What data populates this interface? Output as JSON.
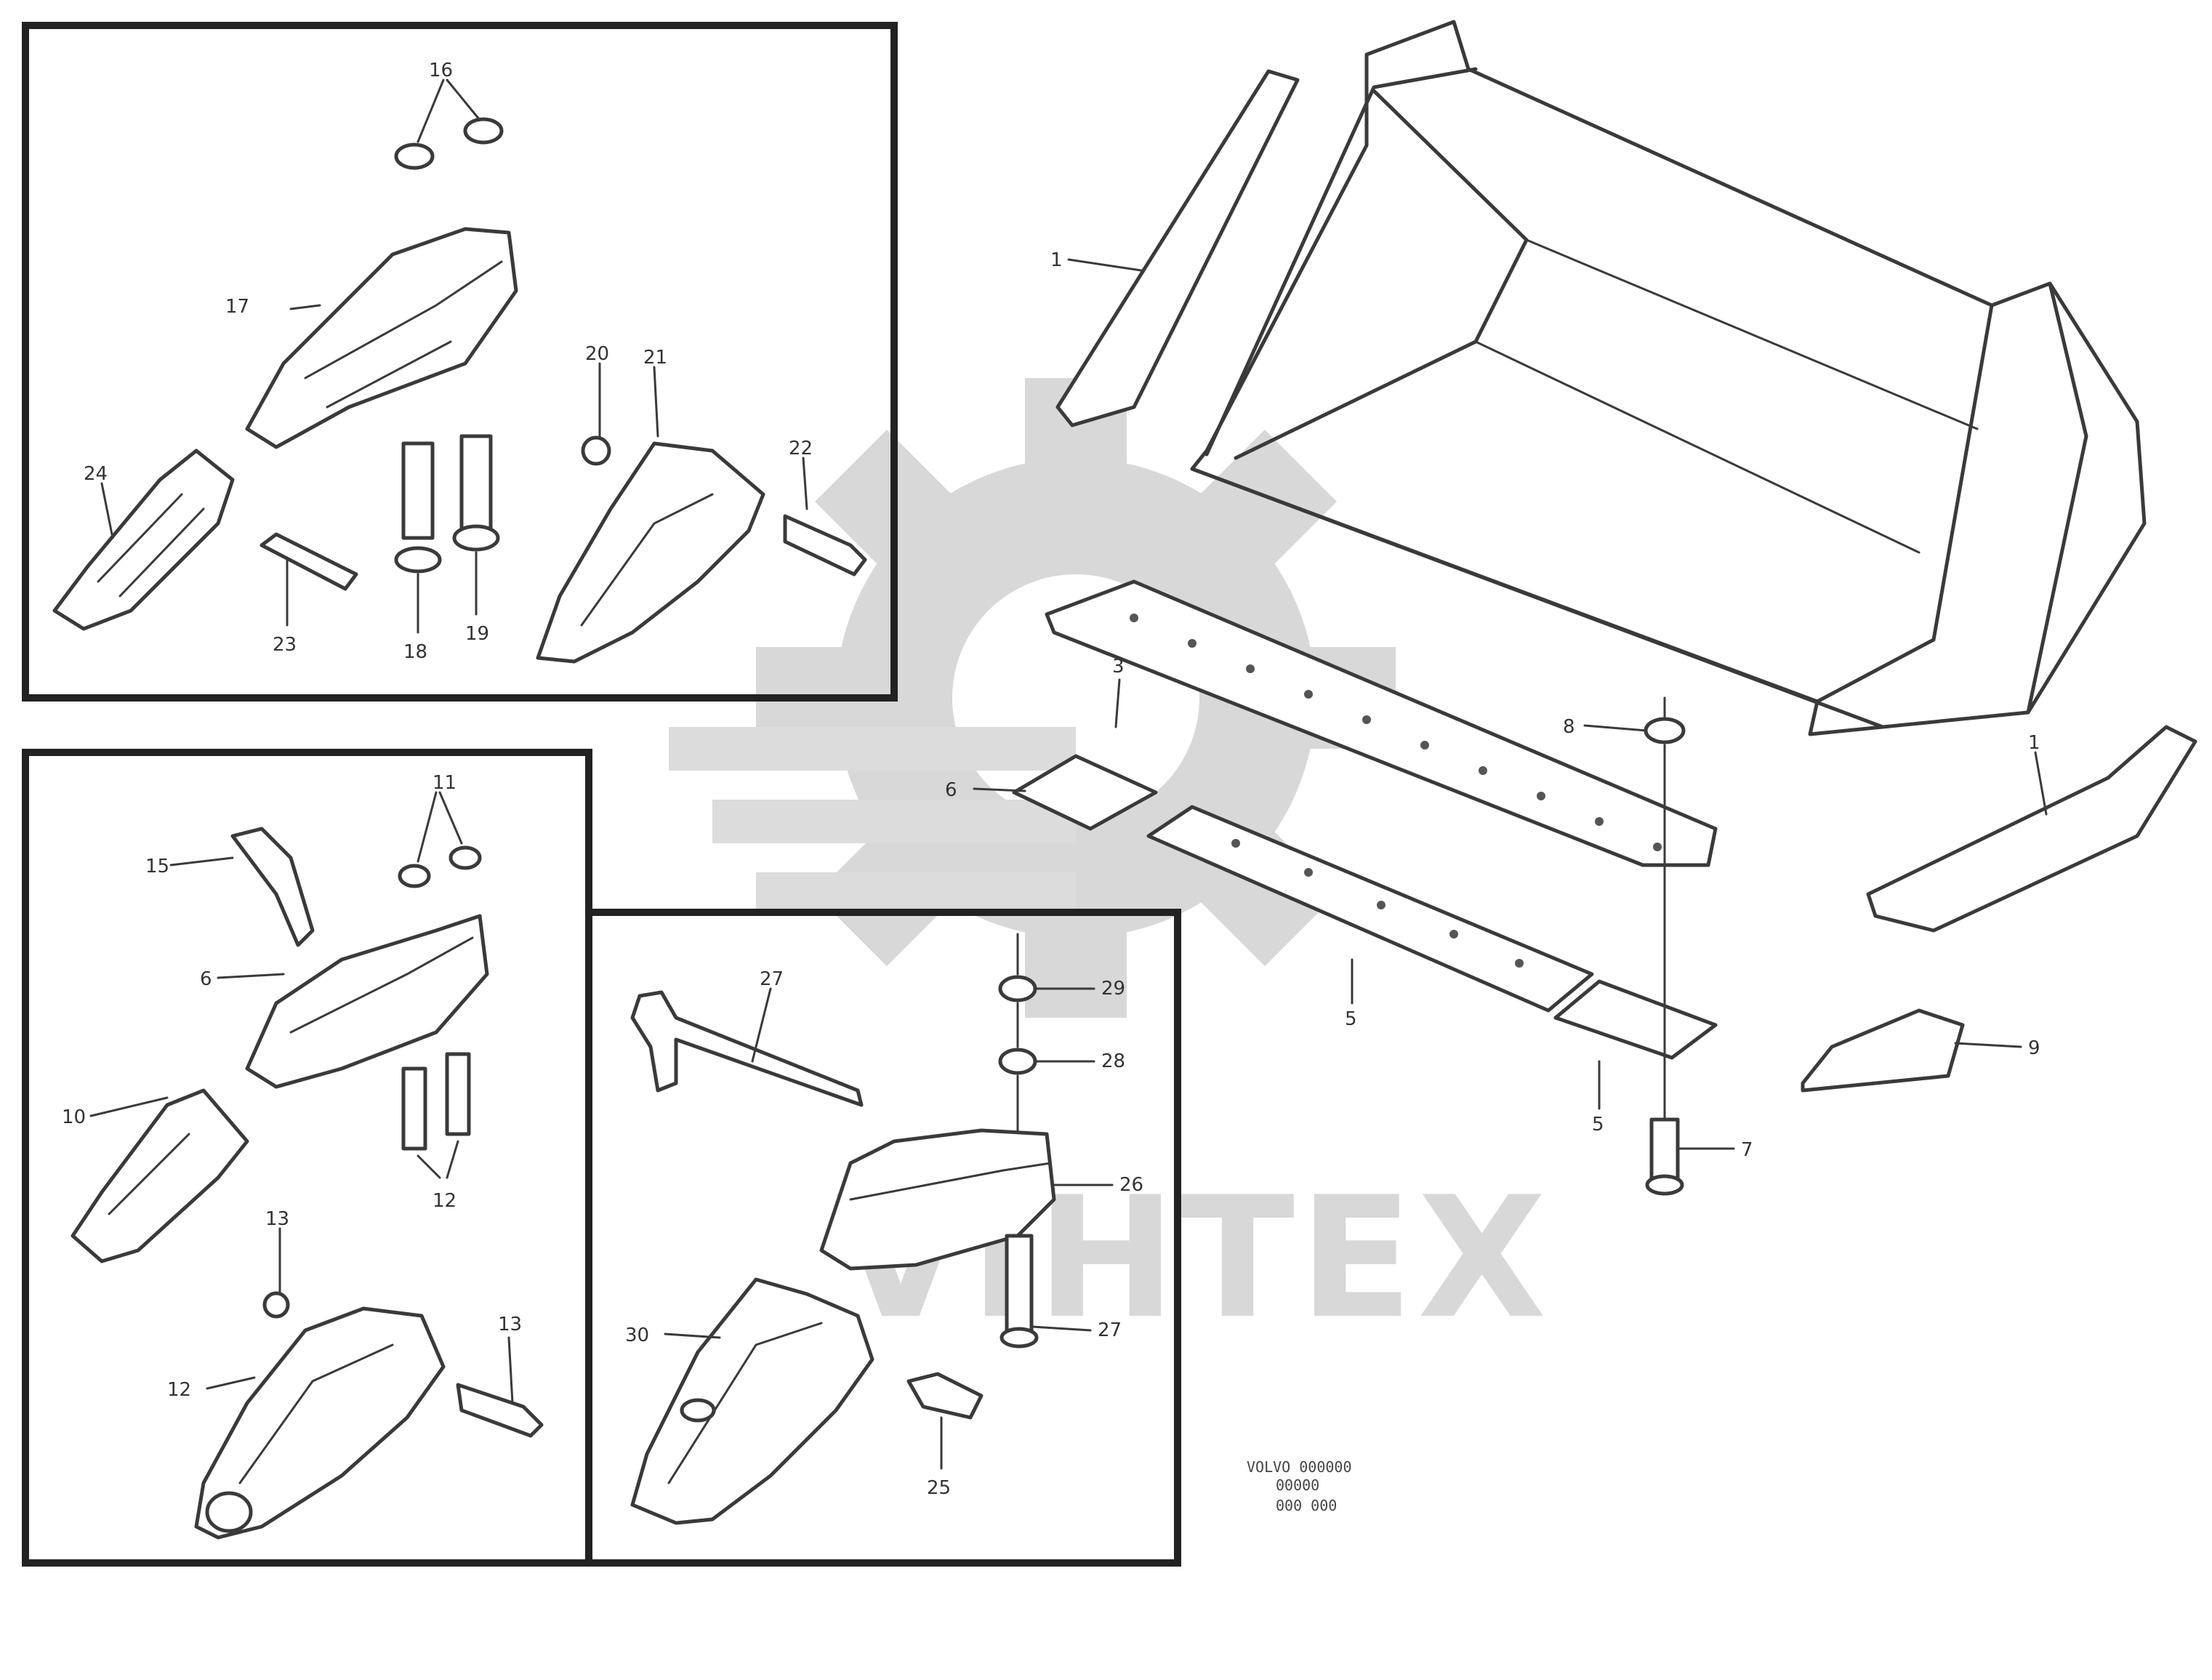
{
  "watermark": {
    "logo_icon": "gear-logo-icon",
    "text": "VIHTEX",
    "color": "#d8d8d8"
  },
  "line_color": "#3a3a3a",
  "frame_color": "#222222",
  "callouts": {
    "main": {
      "side_plate_left": "1",
      "side_plate_right": "1",
      "cutting_edge": "3",
      "segment_left": "5",
      "segment_right": "5",
      "edge_plate": "6",
      "screw": "7",
      "nut": "8",
      "tooth": "9"
    },
    "top_left_panel": {
      "retainers": "16",
      "adapter_upper": "17",
      "adapter_lower": "21",
      "washer": "20",
      "pin_right": "22",
      "tip": "24",
      "lock": "23",
      "bolt_left": "18",
      "bolt_right": "19"
    },
    "bottom_left_panel": {
      "nuts": "11",
      "shroud": "15",
      "adapter": "6",
      "tip": "10",
      "bolts": "12",
      "washer": "13",
      "adapter_lower": "12",
      "pin": "13"
    },
    "bottom_middle_panel": {
      "lock_pin": "27",
      "nut_upper": "29",
      "nut_lower": "28",
      "adapter": "26",
      "bolt": "27",
      "tip": "30",
      "retainer": "25"
    }
  },
  "stamp": {
    "line1": "VOLVO 000000",
    "line2": "00000",
    "line3": "000 000"
  }
}
